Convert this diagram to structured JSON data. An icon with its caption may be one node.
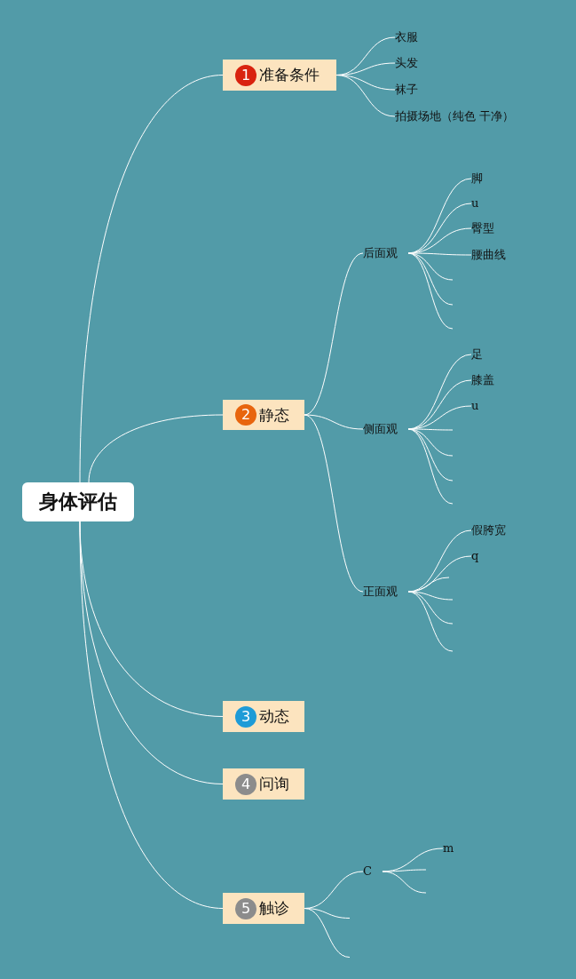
{
  "diagram": {
    "nodes": [
      {
        "text": [
          "身体评估"
        ]
      },
      {
        "text": [
          "1",
          "准备条件"
        ]
      },
      {
        "text": [
          "衣服"
        ]
      },
      {
        "text": [
          "头发"
        ]
      },
      {
        "text": [
          "袜子"
        ]
      },
      {
        "text": [
          "拍摄场地（纯色 干净）"
        ]
      },
      {
        "text": [
          "2",
          "静态"
        ]
      },
      {
        "text": [
          "后面观"
        ]
      },
      {
        "text": [
          "脚"
        ]
      },
      {
        "text": [
          "u"
        ]
      },
      {
        "text": [
          "臀型"
        ]
      },
      {
        "text": [
          "腰曲线"
        ]
      },
      {
        "text": [
          "侧面观"
        ]
      },
      {
        "text": [
          "足"
        ]
      },
      {
        "text": [
          "膝盖"
        ]
      },
      {
        "text": [
          "u"
        ]
      },
      {
        "text": [
          "正面观"
        ]
      },
      {
        "text": [
          "假胯宽"
        ]
      },
      {
        "text": [
          "q"
        ]
      },
      {
        "text": [
          "3",
          "动态"
        ]
      },
      {
        "text": [
          "4",
          "问询"
        ]
      },
      {
        "text": [
          "5",
          "触诊"
        ]
      },
      {
        "text": [
          "C"
        ]
      },
      {
        "text": [
          "m"
        ]
      }
    ],
    "edges": [
      {
        "from": 0,
        "to": 1,
        "arrow": "none"
      },
      {
        "from": 1,
        "to": 2,
        "arrow": "none"
      },
      {
        "from": 1,
        "to": 3,
        "arrow": "none"
      },
      {
        "from": 1,
        "to": 4,
        "arrow": "none"
      },
      {
        "from": 1,
        "to": 5,
        "arrow": "none"
      },
      {
        "from": 0,
        "to": 6,
        "arrow": "none"
      },
      {
        "from": 6,
        "to": 7,
        "arrow": "none"
      },
      {
        "from": 7,
        "to": 8,
        "arrow": "none"
      },
      {
        "from": 7,
        "to": 9,
        "arrow": "none"
      },
      {
        "from": 7,
        "to": 10,
        "arrow": "none"
      },
      {
        "from": 7,
        "to": 11,
        "arrow": "none"
      },
      {
        "from": 7,
        "to": null,
        "arrow": "none"
      },
      {
        "from": 7,
        "to": null,
        "arrow": "none"
      },
      {
        "from": 7,
        "to": null,
        "arrow": "none"
      },
      {
        "from": 6,
        "to": 12,
        "arrow": "none"
      },
      {
        "from": 12,
        "to": 13,
        "arrow": "none"
      },
      {
        "from": 12,
        "to": 14,
        "arrow": "none"
      },
      {
        "from": 12,
        "to": 15,
        "arrow": "none"
      },
      {
        "from": 12,
        "to": null,
        "arrow": "none"
      },
      {
        "from": 12,
        "to": null,
        "arrow": "none"
      },
      {
        "from": 12,
        "to": null,
        "arrow": "none"
      },
      {
        "from": 12,
        "to": null,
        "arrow": "none"
      },
      {
        "from": 6,
        "to": 16,
        "arrow": "none"
      },
      {
        "from": 16,
        "to": 17,
        "arrow": "none"
      },
      {
        "from": 16,
        "to": 18,
        "arrow": "none"
      },
      {
        "from": 16,
        "to": null,
        "arrow": "none"
      },
      {
        "from": 16,
        "to": null,
        "arrow": "none"
      },
      {
        "from": 16,
        "to": null,
        "arrow": "none"
      },
      {
        "from": 16,
        "to": null,
        "arrow": "none"
      },
      {
        "from": 0,
        "to": 19,
        "arrow": "none"
      },
      {
        "from": 0,
        "to": 20,
        "arrow": "none"
      },
      {
        "from": 0,
        "to": 21,
        "arrow": "none"
      },
      {
        "from": 21,
        "to": 22,
        "arrow": "none"
      },
      {
        "from": 21,
        "to": null,
        "arrow": "none"
      },
      {
        "from": 21,
        "to": null,
        "arrow": "none"
      },
      {
        "from": 22,
        "to": 23,
        "arrow": "none"
      },
      {
        "from": 22,
        "to": null,
        "arrow": "none"
      },
      {
        "from": 22,
        "to": null,
        "arrow": "none"
      }
    ]
  }
}
